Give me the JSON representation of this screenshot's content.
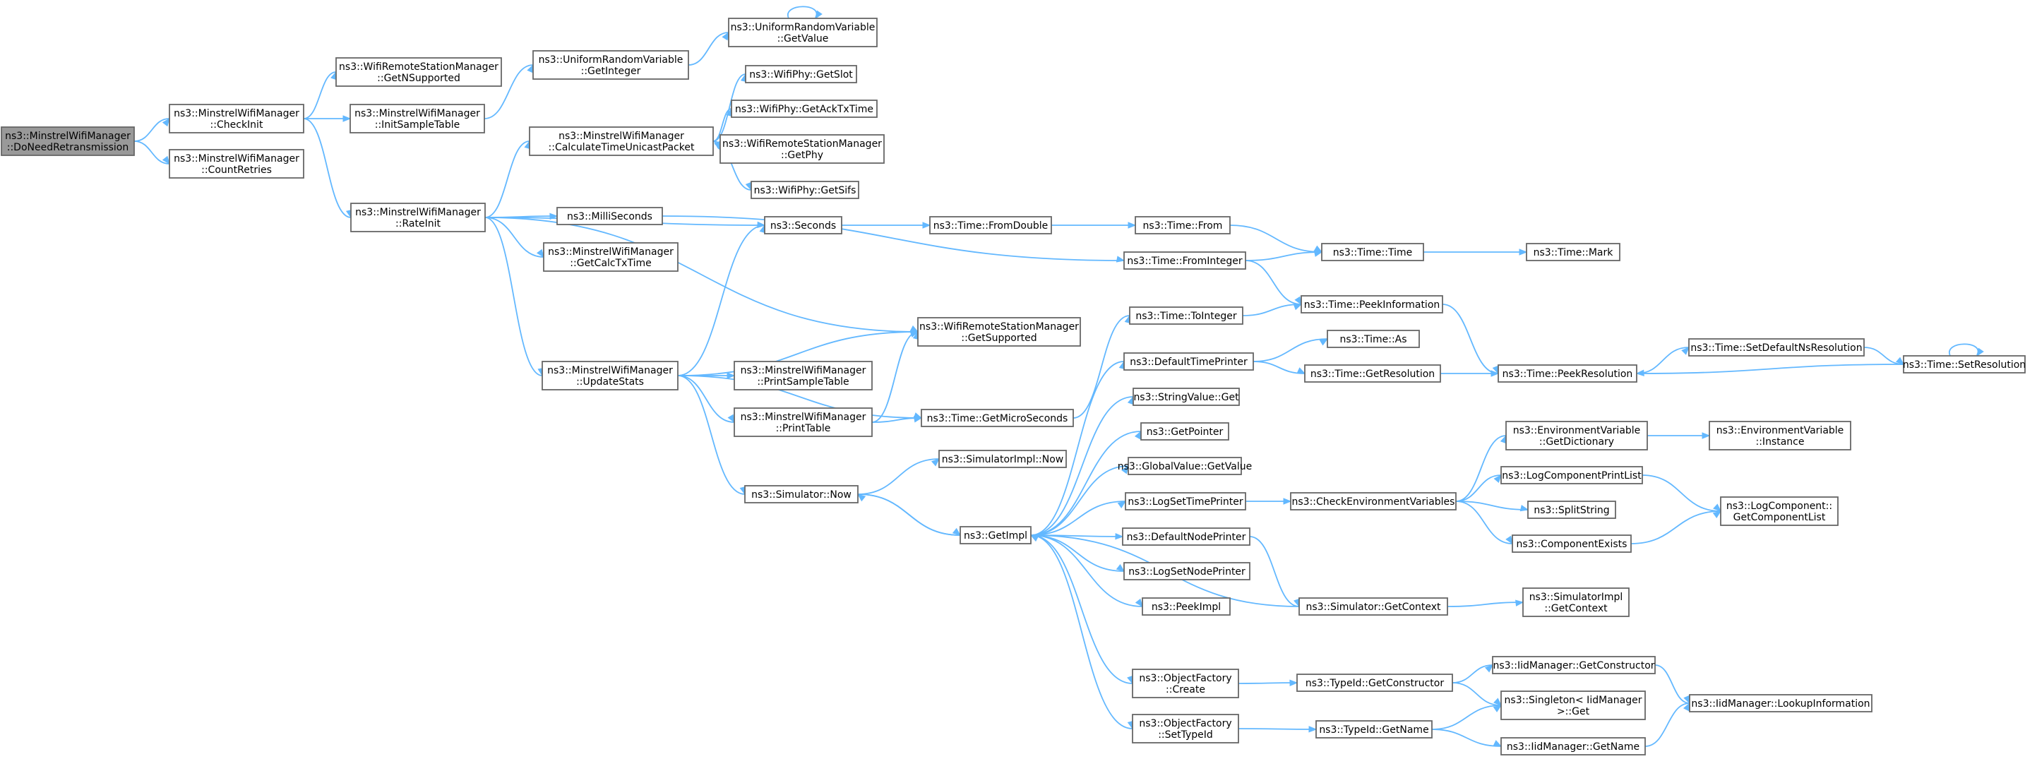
{
  "colors": {
    "edge": "#63b8ff",
    "node_border": "#666666",
    "node_fill": "#ffffff",
    "root_fill": "#999999",
    "background": "#ffffff"
  },
  "nodes": [
    {
      "id": "n_doneed",
      "label": [
        "ns3::MinstrelWifiManager",
        "::DoNeedRetransmission"
      ],
      "root": true
    },
    {
      "id": "n_checkinit",
      "label": [
        "ns3::MinstrelWifiManager",
        "::CheckInit"
      ]
    },
    {
      "id": "n_countretries",
      "label": [
        "ns3::MinstrelWifiManager",
        "::CountRetries"
      ]
    },
    {
      "id": "n_getnsupported",
      "label": [
        "ns3::WifiRemoteStationManager",
        "::GetNSupported"
      ]
    },
    {
      "id": "n_initsample",
      "label": [
        "ns3::MinstrelWifiManager",
        "::InitSampleTable"
      ]
    },
    {
      "id": "n_rateinit",
      "label": [
        "ns3::MinstrelWifiManager",
        "::RateInit"
      ]
    },
    {
      "id": "n_urv_getinteger",
      "label": [
        "ns3::UniformRandomVariable",
        "::GetInteger"
      ]
    },
    {
      "id": "n_urv_getvalue",
      "label": [
        "ns3::UniformRandomVariable",
        "::GetValue"
      ]
    },
    {
      "id": "n_calctime",
      "label": [
        "ns3::MinstrelWifiManager",
        "::CalculateTimeUnicastPacket"
      ]
    },
    {
      "id": "n_milliseconds",
      "label": [
        "ns3::MilliSeconds"
      ]
    },
    {
      "id": "n_getcalctx",
      "label": [
        "ns3::MinstrelWifiManager",
        "::GetCalcTxTime"
      ]
    },
    {
      "id": "n_updatestats",
      "label": [
        "ns3::MinstrelWifiManager",
        "::UpdateStats"
      ]
    },
    {
      "id": "n_getslot",
      "label": [
        "ns3::WifiPhy::GetSlot"
      ]
    },
    {
      "id": "n_getacktx",
      "label": [
        "ns3::WifiPhy::GetAckTxTime"
      ]
    },
    {
      "id": "n_getphy",
      "label": [
        "ns3::WifiRemoteStationManager",
        "::GetPhy"
      ]
    },
    {
      "id": "n_getsifs",
      "label": [
        "ns3::WifiPhy::GetSifs"
      ]
    },
    {
      "id": "n_seconds",
      "label": [
        "ns3::Seconds"
      ]
    },
    {
      "id": "n_getsupported",
      "label": [
        "ns3::WifiRemoteStationManager",
        "::GetSupported"
      ]
    },
    {
      "id": "n_printsample",
      "label": [
        "ns3::MinstrelWifiManager",
        "::PrintSampleTable"
      ]
    },
    {
      "id": "n_printtable",
      "label": [
        "ns3::MinstrelWifiManager",
        "::PrintTable"
      ]
    },
    {
      "id": "n_simnow",
      "label": [
        "ns3::Simulator::Now"
      ]
    },
    {
      "id": "n_simimplnow",
      "label": [
        "ns3::SimulatorImpl::Now"
      ]
    },
    {
      "id": "n_getmicro",
      "label": [
        "ns3::Time::GetMicroSeconds"
      ]
    },
    {
      "id": "n_getimpl",
      "label": [
        "ns3::GetImpl"
      ]
    },
    {
      "id": "n_fromdouble",
      "label": [
        "ns3::Time::FromDouble"
      ]
    },
    {
      "id": "n_timefrom",
      "label": [
        "ns3::Time::From"
      ]
    },
    {
      "id": "n_frominteger",
      "label": [
        "ns3::Time::FromInteger"
      ]
    },
    {
      "id": "n_timetime",
      "label": [
        "ns3::Time::Time"
      ]
    },
    {
      "id": "n_timemark",
      "label": [
        "ns3::Time::Mark"
      ]
    },
    {
      "id": "n_tointeger",
      "label": [
        "ns3::Time::ToInteger"
      ]
    },
    {
      "id": "n_peekinfo",
      "label": [
        "ns3::Time::PeekInformation"
      ]
    },
    {
      "id": "n_defaulttimeprinter",
      "label": [
        "ns3::DefaultTimePrinter"
      ]
    },
    {
      "id": "n_timeas",
      "label": [
        "ns3::Time::As"
      ]
    },
    {
      "id": "n_getresolution",
      "label": [
        "ns3::Time::GetResolution"
      ]
    },
    {
      "id": "n_peekresolution",
      "label": [
        "ns3::Time::PeekResolution"
      ]
    },
    {
      "id": "n_setdefaultns",
      "label": [
        "ns3::Time::SetDefaultNsResolution"
      ]
    },
    {
      "id": "n_setresolution",
      "label": [
        "ns3::Time::SetResolution"
      ]
    },
    {
      "id": "n_stringvalue",
      "label": [
        "ns3::StringValue::Get"
      ]
    },
    {
      "id": "n_getpointer",
      "label": [
        "ns3::GetPointer"
      ]
    },
    {
      "id": "n_globalvalue",
      "label": [
        "ns3::GlobalValue::GetValue"
      ]
    },
    {
      "id": "n_logsettime",
      "label": [
        "ns3::LogSetTimePrinter"
      ]
    },
    {
      "id": "n_checkenv",
      "label": [
        "ns3::CheckEnvironmentVariables"
      ]
    },
    {
      "id": "n_getdictionary",
      "label": [
        "ns3::EnvironmentVariable",
        "::GetDictionary"
      ]
    },
    {
      "id": "n_envinstance",
      "label": [
        "ns3::EnvironmentVariable",
        "::Instance"
      ]
    },
    {
      "id": "n_logcompprint",
      "label": [
        "ns3::LogComponentPrintList"
      ]
    },
    {
      "id": "n_splitstring",
      "label": [
        "ns3::SplitString"
      ]
    },
    {
      "id": "n_compexists",
      "label": [
        "ns3::ComponentExists"
      ]
    },
    {
      "id": "n_logcomplist",
      "label": [
        "ns3::LogComponent::",
        "GetComponentList"
      ]
    },
    {
      "id": "n_defaultnodeprinter",
      "label": [
        "ns3::DefaultNodePrinter"
      ]
    },
    {
      "id": "n_logsetnode",
      "label": [
        "ns3::LogSetNodePrinter"
      ]
    },
    {
      "id": "n_peekimpl",
      "label": [
        "ns3::PeekImpl"
      ]
    },
    {
      "id": "n_simgetcontext",
      "label": [
        "ns3::Simulator::GetContext"
      ]
    },
    {
      "id": "n_simimplcontext",
      "label": [
        "ns3::SimulatorImpl",
        "::GetContext"
      ]
    },
    {
      "id": "n_objfactcreate",
      "label": [
        "ns3::ObjectFactory",
        "::Create"
      ]
    },
    {
      "id": "n_typeidgetctor",
      "label": [
        "ns3::TypeId::GetConstructor"
      ]
    },
    {
      "id": "n_iidgetctor",
      "label": [
        "ns3::IidManager::GetConstructor"
      ]
    },
    {
      "id": "n_singleton",
      "label": [
        "ns3::Singleton< IidManager",
        " >::Get"
      ]
    },
    {
      "id": "n_iidlookup",
      "label": [
        "ns3::IidManager::LookupInformation"
      ]
    },
    {
      "id": "n_objfactsettype",
      "label": [
        "ns3::ObjectFactory",
        "::SetTypeId"
      ]
    },
    {
      "id": "n_typeidgetname",
      "label": [
        "ns3::TypeId::GetName"
      ]
    },
    {
      "id": "n_iidgetname",
      "label": [
        "ns3::IidManager::GetName"
      ]
    }
  ]
}
